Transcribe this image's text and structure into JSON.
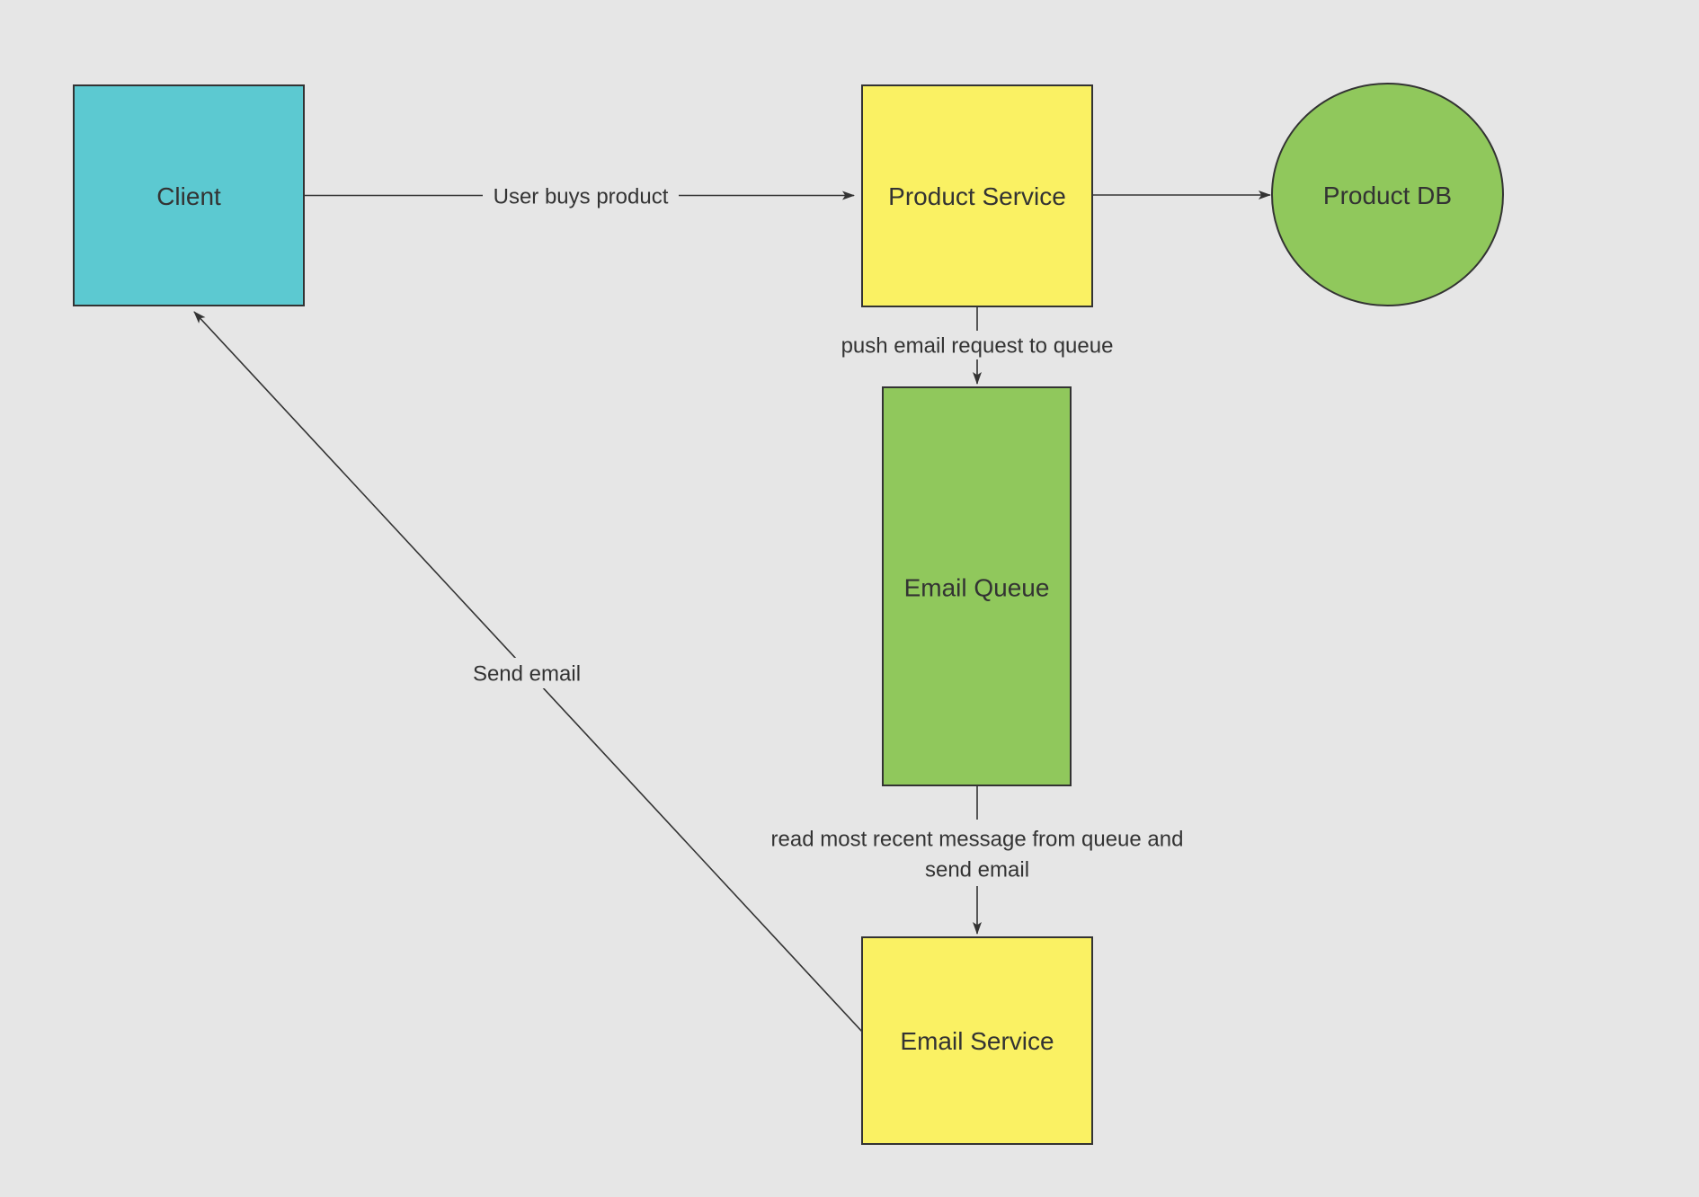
{
  "diagram": {
    "background": "#e6e6e6",
    "stroke_color": "#333333",
    "text_color": "#333333",
    "nodes": {
      "client": {
        "label": "Client",
        "shape": "rectangle",
        "fill": "#5cc9d1"
      },
      "product_service": {
        "label": "Product Service",
        "shape": "rectangle",
        "fill": "#faf163"
      },
      "product_db": {
        "label": "Product DB",
        "shape": "circle",
        "fill": "#90c85c"
      },
      "email_queue": {
        "label": "Email Queue",
        "shape": "rectangle",
        "fill": "#90c85c"
      },
      "email_service": {
        "label": "Email Service",
        "shape": "rectangle",
        "fill": "#faf163"
      }
    },
    "edges": {
      "user_buys_product": {
        "from": "Client",
        "to": "Product Service",
        "label": "User buys product"
      },
      "store_product": {
        "from": "Product Service",
        "to": "Product DB",
        "label": ""
      },
      "push_email": {
        "from": "Product Service",
        "to": "Email Queue",
        "label": "push email request to queue"
      },
      "read_queue": {
        "from": "Email Queue",
        "to": "Email Service",
        "lines": [
          "read most recent message from queue and",
          "send email"
        ]
      },
      "send_email": {
        "from": "Email Service",
        "to": "Client",
        "label": "Send email"
      }
    }
  }
}
